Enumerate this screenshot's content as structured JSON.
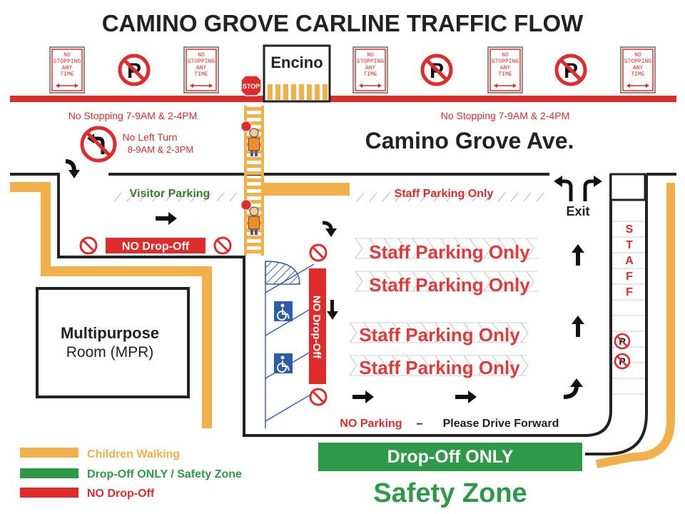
{
  "title": "CAMINO GROVE CARLINE TRAFFIC FLOW",
  "street_cross": "Encino",
  "street_main": "Camino Grove Ave.",
  "no_stopping_sign": [
    "NO",
    "STOPPING",
    "ANY",
    "TIME"
  ],
  "stop_sign": "STOP",
  "no_stopping_hours": [
    "No Stopping 7-9AM & 2-4PM",
    "No Stopping 7-9AM & 2-4PM"
  ],
  "no_left_turn": [
    "No Left Turn",
    "8-9AM & 2-3PM"
  ],
  "visitor_parking": "Visitor Parking",
  "staff_parking_top": "Staff Parking Only",
  "staff_parking_rows": [
    "Staff Parking Only",
    "Staff Parking Only",
    "Staff Parking Only",
    "Staff Parking Only"
  ],
  "no_drop_off_horizontal": "NO Drop-Off",
  "no_drop_off_vertical": "NO Drop-Off",
  "exit": "Exit",
  "staff_vertical": [
    "S",
    "T",
    "A",
    "F",
    "F"
  ],
  "mpr": [
    "Multipurpose",
    "Room (MPR)"
  ],
  "no_parking": "NO Parking",
  "dash": "–",
  "drive_forward": "Please Drive Forward",
  "drop_off_only": "Drop-Off ONLY",
  "safety_zone": "Safety Zone",
  "legend": [
    {
      "label": "Children Walking",
      "color": "#f2b04a"
    },
    {
      "label": "Drop-Off ONLY / Safety Zone",
      "color": "#2e9a48"
    },
    {
      "label": "NO Drop-Off",
      "color": "#e02b2b"
    }
  ],
  "colors": {
    "red": "#e02b2b",
    "green": "#2e9a48",
    "orange": "#f2b04a",
    "dark": "#222222",
    "visitor_green": "#3a7d2a"
  },
  "icons": [
    "no-parking-icon",
    "stop-sign-icon",
    "no-entry-icon",
    "wheelchair-icon",
    "arrow-icon",
    "crossing-guard-icon"
  ]
}
